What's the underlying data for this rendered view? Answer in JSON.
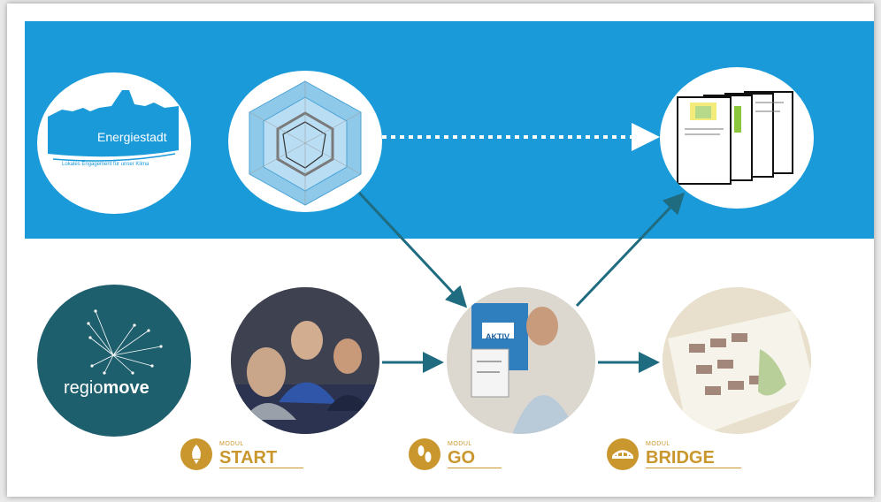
{
  "energiestadt": {
    "name": "Energiestadt",
    "tagline": "Lokales Engagement für unser Klima"
  },
  "regiomove": {
    "name_light": "regio",
    "name_bold": "move"
  },
  "modules": [
    {
      "small": "MODUL",
      "title": "START",
      "icon": "rocket-icon"
    },
    {
      "small": "MODUL",
      "title": "GO",
      "icon": "footprints-icon"
    },
    {
      "small": "MODUL",
      "title": "BRIDGE",
      "icon": "bridge-icon"
    }
  ],
  "photo_sign": "AKTIV",
  "colors": {
    "band": "#1a9ad9",
    "arrow": "#1f6b80",
    "gold": "#c9972e",
    "dark_circle": "#1e5f6d"
  }
}
